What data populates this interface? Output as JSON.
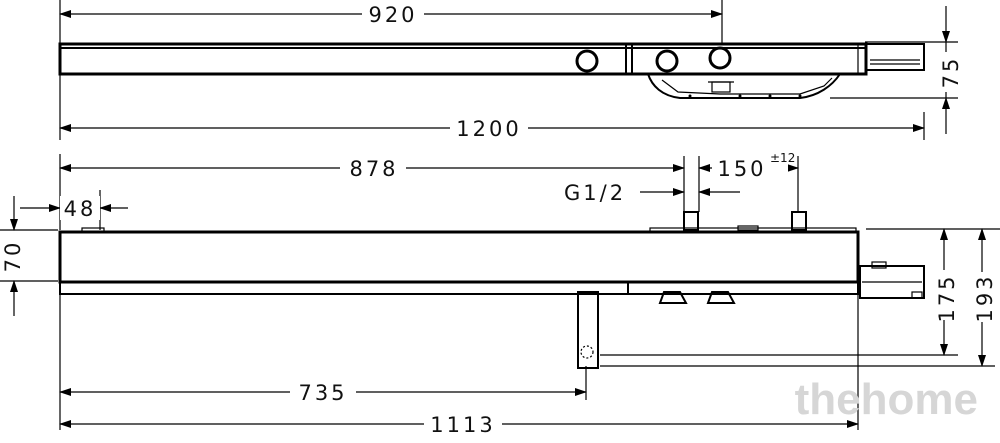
{
  "dimensions": {
    "top_length": "920",
    "top_height": "75",
    "overall_length": "1200",
    "outlet_offset": "878",
    "pipe_size": "G1/2",
    "spacing": "150",
    "spacing_tolerance": "±12",
    "left_offset": "48",
    "depth": "70",
    "height_a": "175",
    "height_b": "193",
    "spout_offset": "735",
    "body_length": "1113"
  },
  "watermark": "thehome"
}
